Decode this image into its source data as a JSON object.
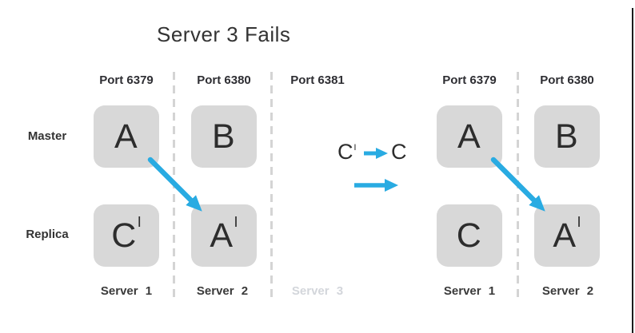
{
  "title": "Server 3 Fails",
  "colors": {
    "accent_blue": "#29abe2",
    "node_box_gray": "#d8d8d8",
    "faded_label_gray": "#d3d6db",
    "text_dark": "#333333",
    "dashed_separator_gray": "#d4d4d4"
  },
  "row_labels": {
    "master": "Master",
    "replica": "Replica"
  },
  "left_cluster": {
    "port_labels": [
      "Port 6379",
      "Port 6380",
      "Port 6381"
    ],
    "master_boxes": [
      {
        "letter": "A",
        "prime_mark": ""
      },
      {
        "letter": "B",
        "prime_mark": ""
      }
    ],
    "replica_boxes": [
      {
        "letter": "C",
        "prime_mark": "I"
      },
      {
        "letter": "A",
        "prime_mark": "I"
      }
    ],
    "server_labels": [
      {
        "text": "Server 1",
        "faded": false
      },
      {
        "text": "Server 2",
        "faded": false
      },
      {
        "text": "Server 3",
        "faded": true
      }
    ]
  },
  "right_cluster": {
    "port_labels": [
      "Port 6379",
      "Port 6380"
    ],
    "master_boxes": [
      {
        "letter": "A",
        "prime_mark": ""
      },
      {
        "letter": "B",
        "prime_mark": ""
      }
    ],
    "replica_boxes": [
      {
        "letter": "C",
        "prime_mark": ""
      },
      {
        "letter": "A",
        "prime_mark": "I"
      }
    ],
    "server_labels": [
      {
        "text": "Server 1",
        "faded": false
      },
      {
        "text": "Server 2",
        "faded": false
      }
    ]
  },
  "transition": {
    "from_letter": "C",
    "from_prime_mark": "I",
    "to_letter": "C"
  }
}
